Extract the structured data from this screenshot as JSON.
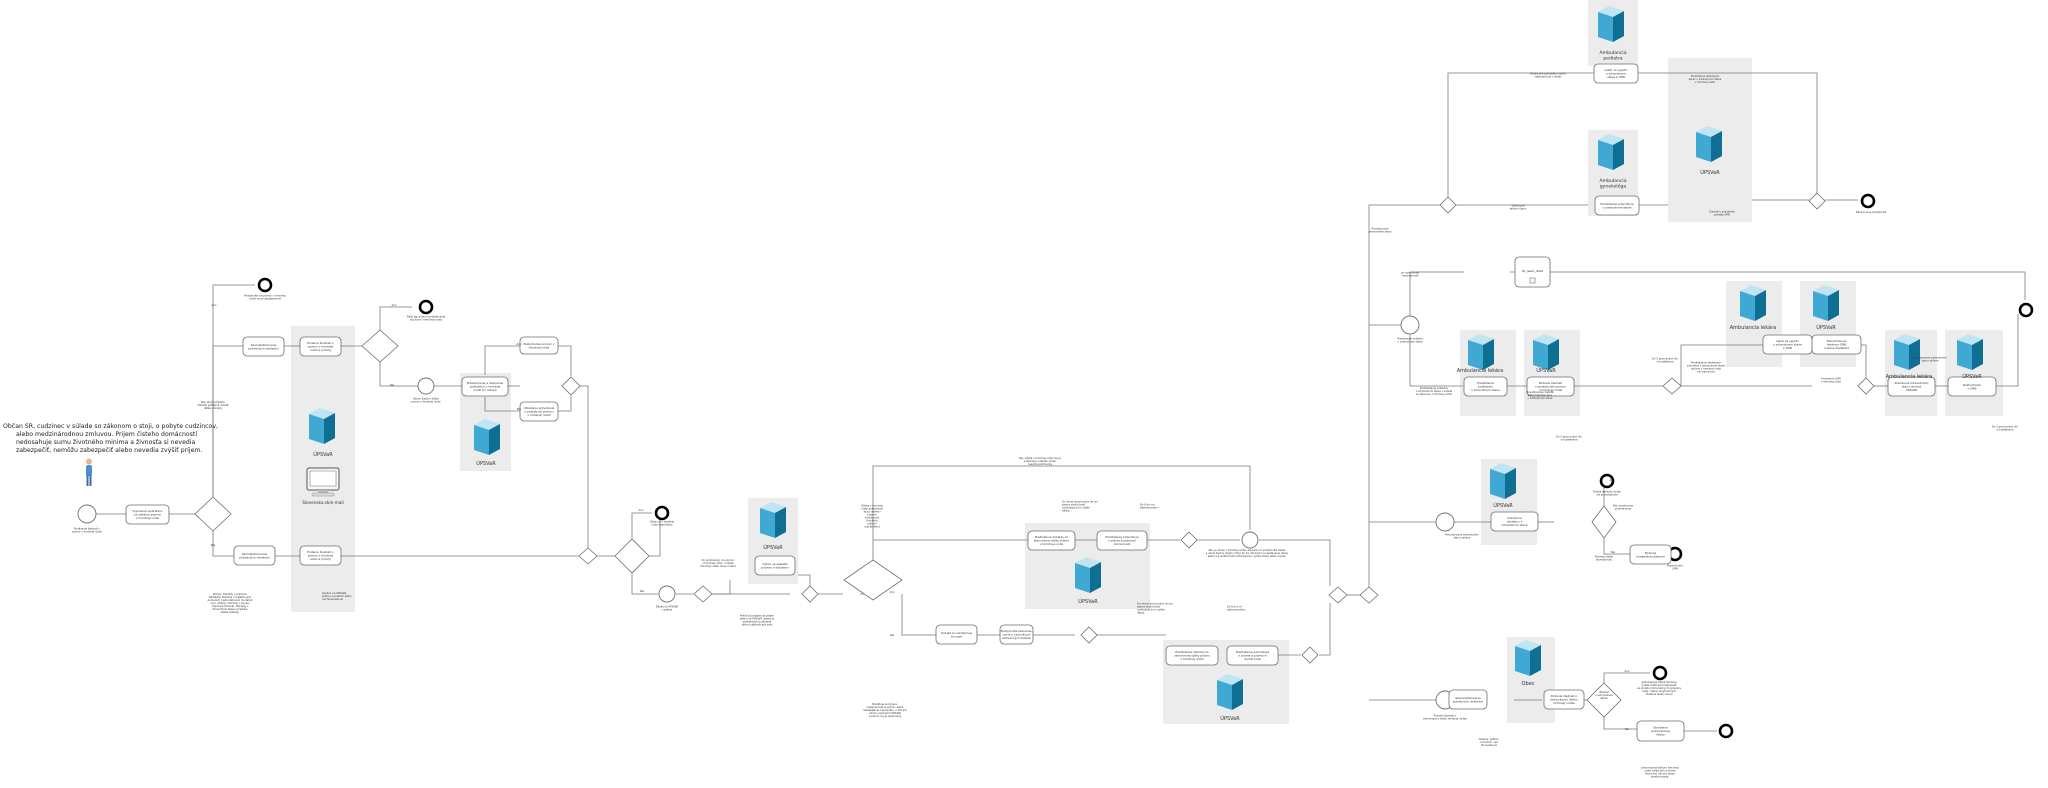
{
  "intro_text": [
    "Občan SR, cudzinec v súlade so zákonom o stoji, o pobyte cudzincov,",
    "alebo medzinárodnou zmluvou. Prijem čisteho domácností",
    "nedosahuje sumu životného minima a živnosťa si nevedia",
    "zabezpečiť, nemôžu zabezpečiť alebo nevedia zvýšiť príjem."
  ],
  "upsvr": "ÚPSVaR",
  "obec": "Obec",
  "amb_lekara": "Ambulancia lekára",
  "amb_pediatra": [
    "Ambulancia",
    "pediatra"
  ],
  "amb_gyneko": [
    "Ambulancia",
    "gynekológa"
  ],
  "slovensko_sk": "Slovensko.sk/e-mail",
  "tasks": {
    "t1": [
      "Vyplnenie podkladov",
      "na získanie pomoci",
      "v hmotnej núdzi"
    ],
    "t2": [
      "Skompletizovanie",
      "potrebných dokladov"
    ],
    "t3": [
      "Skompletizovanie",
      "potrebných dokladov"
    ],
    "t4": [
      "Podanie žiadosti o",
      "pomoc v hmotnej",
      "núdzi a prílohy"
    ],
    "t5": [
      "Podanie žiadosti o",
      "pomoc v hmotnej",
      "núdzi a prílohy"
    ],
    "t6": [
      "Preskúmanie a doplnenie",
      "podkladov v hmotnej",
      "núdzi pri vstupe"
    ],
    "t7": [
      "Poskytnutie pomoci v",
      "hmotnej núdzi"
    ],
    "t8": [
      "Ukladanie potvrdenia",
      "o poskytnutí pomoci",
      "v hmotnej núdzi"
    ],
    "t9": [
      "Výzva na zaslatie",
      "prijmov a dokladov"
    ],
    "t10": [
      "Predloženie dokladu zo",
      "stanovenej výšky príjmu",
      "v hmotnej núdzi"
    ],
    "t11": [
      "Predloženie potvrdenia",
      "o príjme a príjmoch",
      "domácnosti"
    ],
    "t12": [
      "Doklad zo zarobkovej",
      "činnosti"
    ],
    "t13": [
      "Poskytnutie zazname-",
      "nania o vykonávaní",
      "aktivačných služieb"
    ],
    "t14": [
      "Predloženie dokladu zo",
      "stanovenej výšky príjmu",
      "v hmotnej núdzi"
    ],
    "t15": [
      "Predloženie potvrdenia",
      "o príjme a príjmoch",
      "domácnosti"
    ],
    "t16": [
      "Skompletizovanie",
      "potrebných dokladov"
    ],
    "t17": [
      "Podanie žiadosti o",
      "jednorazovú dávku",
      "hmotnej núdze"
    ],
    "t18": [
      "Obdŕžanie",
      "jednorazovej",
      "dávky"
    ],
    "t19": [
      "Predloženie",
      "podkladov",
      "o zdravotnom stave"
    ],
    "t20": [
      "Podanie žiadosti",
      "o poskytnutie pomoci",
      "v hmotnej núdzi"
    ],
    "t21": [
      "Doloženie",
      "dokladov o",
      "zdravotnom stave"
    ],
    "t22": [
      "Podanie",
      "kompletnej žiadosti"
    ],
    "t23": [
      "Lekár sa vyjadrí",
      "o zdravotnom stave",
      "k OPN"
    ],
    "t24": [
      "Posudzovanie",
      "lekárom OPN",
      "o stave žiadateľa"
    ],
    "t25": [
      "Posúdenie zdravotného",
      "stavu občana",
      "ÚPSVaR"
    ],
    "t26": [
      "Rozhodnutie",
      "o OPN"
    ],
    "t27": [
      "Lekár sa vyjadrí",
      "o zdravotnom",
      "stave k OPN"
    ],
    "t28": [
      "Predloženie potvrdenia",
      "o zdravotnom stave"
    ],
    "t29": [
      "Vyšetrenie",
      "u pediatra"
    ],
    "t30": [
      "Vyšetrenie u",
      "gynekológa"
    ],
    "t31": [
      "ŽL_lekár_dieťa"
    ]
  },
  "annotations": {
    "a1": [
      "Podávanie žiadosti o",
      "pomoc v hmotnej núdzi"
    ],
    "a2": [
      "Nie, ak je súčasťou",
      "žiadosti potrebné doložiť",
      "ďalšie doklady"
    ],
    "a3": [
      "Prílohy: Doklady o príjmoch",
      "žiadateľa, Doklady o majetkových",
      "pomeroch (nehnuteľnosti, hnuteľné",
      "veci, vklady), Doklady o bývaní",
      "(nájomná zmluva), Doklady o",
      "zdravotnom stave, prípadne",
      "ďalšie doklady."
    ],
    "a4": [
      "Osobne na ÚPSVaR,",
      "poštou, e-mailom alebo",
      "cez Slovensko.sk"
    ],
    "a5": [
      "Poskytnutie sa pomoci v hmotnej",
      "núdzi nie je zabezpečené"
    ],
    "a6": [
      "Ďalší typ pomoci poskytovanej",
      "občanovi v hmotnej núdzi"
    ],
    "a7": [
      "Občan žiada o ďalšiu",
      "pomoc v hmotnej núdzi"
    ],
    "a8": [
      "Občan je v hmotnej",
      "núdzi vypočítaný"
    ],
    "a9": [
      "Do podmienky, do pomoci",
      "v hmotnej núdzi, o dávke",
      "hmotnej núdze nie je možné"
    ],
    "a10": [
      "Dávka do ÚPSVaR",
      "o príjme"
    ],
    "a11": [
      "Pokiaľ je poskytnutý príjem",
      "alebo iné ÚPSVaR, dávka je",
      "poskytnutá na základe",
      "výkonu aktivačných prác"
    ],
    "a12": [
      "Dávka v hmotnej",
      "núdzi poskytnutá",
      "až po overení",
      "príjmov",
      "domácnosti",
      "(kontrola",
      "príjmov",
      "a potvrdení)"
    ],
    "a13": [
      "Nie, dávka v hmotnej núdzi nie je",
      "vyplácaná, pretože občan",
      "nespĺňa podmienky"
    ],
    "a14": [
      "Do dvoch pracovných dní po",
      "zistení skutočností",
      "rozhodujúcich o výške",
      "dávky"
    ],
    "a15": [
      "Do 8 dní od",
      "zistenia príjmu"
    ],
    "a16": [
      "Do dvoch pracovných dní po",
      "zistení skutočností",
      "rozhodujúcich o výške",
      "dávky"
    ],
    "a17": [
      "Do 8 dní od",
      "zistenia príjmu"
    ],
    "a18": [
      "Nie, je občan v hmotnej núdzi, ale bola mu poskytnutá dávka",
      "a nemá žiadny príjem, ktorý by bol dôvodom na zastavenie dávky",
      "alebo iné skutočnosti rozhodujúce o výške dávky alebo nároku"
    ],
    "a19": [
      "Nezisťuje sa zmena,",
      "nezapracovanie príjmu, alebo",
      "nezaplatenie nájomného, o ktorých",
      "občan neoznámil ÚPSVaR",
      "a potom nie je oprávnený"
    ],
    "a20": [
      "Podanie žiadosti o",
      "jednorazovú dávku hmotnej núdze"
    ],
    "a21": [
      "Žiadosť",
      "o jednorazovú",
      "dávku"
    ],
    "a22": [
      "Osobne, poštou,",
      "e-mailom, cez",
      "Slovensko.sk"
    ],
    "a23": [
      "Jednorazová dávka hmotnej",
      "núdze môže byť poskytnutá",
      "na úhradu mimoriadnych výdavkov",
      "(napr. nákup nevyhnutných",
      "ošatenia alebo obuvi)"
    ],
    "a24": [
      "Jednorazová dávka v hmotnej",
      "núdzi môže byť vo forme",
      "finančnej, vecnej, alebo",
      "kombinovanej."
    ],
    "a25": [
      "Dávka hmotnej núdze",
      "nie je poskytnutá"
    ],
    "a26": [
      "Dávka nie je poskytnutá"
    ],
    "a27": [
      "Je v pracovnej",
      "neschopnosti"
    ],
    "a28": [
      "Dávka pre osamelého rodiča",
      "(starostlivosť o dieťa)"
    ],
    "a29": [
      "Dávka pre",
      "tehotnú ženu"
    ],
    "a30": [
      "Do 3 pracovných dní",
      "od vyšetrenia"
    ],
    "a31": [
      "Do 3 pracovných dní",
      "od vyšetrenia"
    ],
    "a32": [
      "Posudzovanie",
      "zdravotného stavu"
    ],
    "a33": [
      "Posudzovanie dieťaťa",
      "alebo tehotnej ženy",
      "o zdravotnom stave"
    ],
    "a34": [
      "Predkladanie dokladov",
      "o zdravotnom stave v súlade",
      "so zákonom o hmotnej núdzi"
    ],
    "a35": [
      "Predloženie dokladu",
      "o zdravotnom stave"
    ],
    "a36": [
      "Predkladanie lekárskych",
      "potvrdení o zdravotnom stave",
      "občana v hmotnej núdzi",
      "na úrad práce"
    ],
    "a37": [
      "Predloženie lekárskych",
      "správ o zdravotnom stave",
      "v hmotnej núdzi"
    ],
    "a38": [
      "Žiadosť o posúdenie",
      "potreby OPN"
    ],
    "a39": [
      "Posúdenie OPN",
      "v hmotnej núdzi"
    ],
    "a40": [
      "Nie, nevyhovuje",
      "podmienkam"
    ],
    "a41": [
      "Potreba ďalšej",
      "starostlivosti"
    ],
    "a42": [
      "Do 3 pracovných dní",
      "od vyšetrenia"
    ],
    "a43": [
      "Posudzovanie zdravotného",
      "stavu občana"
    ],
    "a44": [
      "Posudzovanie zdravotného",
      "stavu občana"
    ],
    "a45": [
      "Rozhodnutie",
      "OPN"
    ]
  },
  "labels": {
    "ano": "Áno",
    "nie": "Nie"
  }
}
